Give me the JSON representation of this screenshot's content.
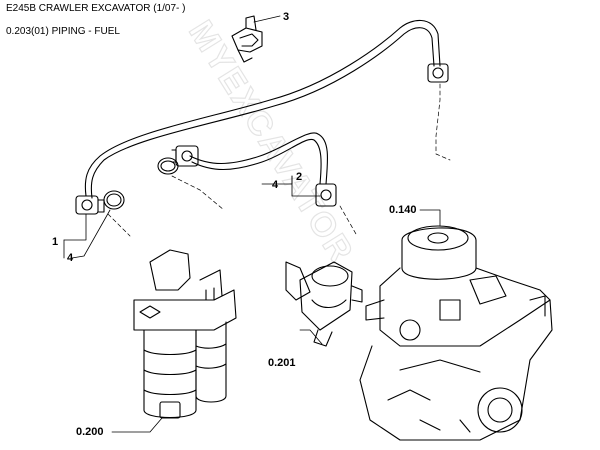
{
  "header": {
    "title": "E245B CRAWLER EXCAVATOR (1/07- )",
    "subtitle": "0.203(01) PIPING - FUEL"
  },
  "callouts": {
    "c3": "3",
    "c4a": "4",
    "c2": "2",
    "c1": "1",
    "c4b": "4",
    "c0140": "0.140",
    "c0201": "0.201",
    "c0200": "0.200"
  },
  "watermark": {
    "text": "MYEXCAVATOR",
    "color": "#e3e3e3"
  },
  "colors": {
    "line": "#000000",
    "background": "#ffffff"
  }
}
